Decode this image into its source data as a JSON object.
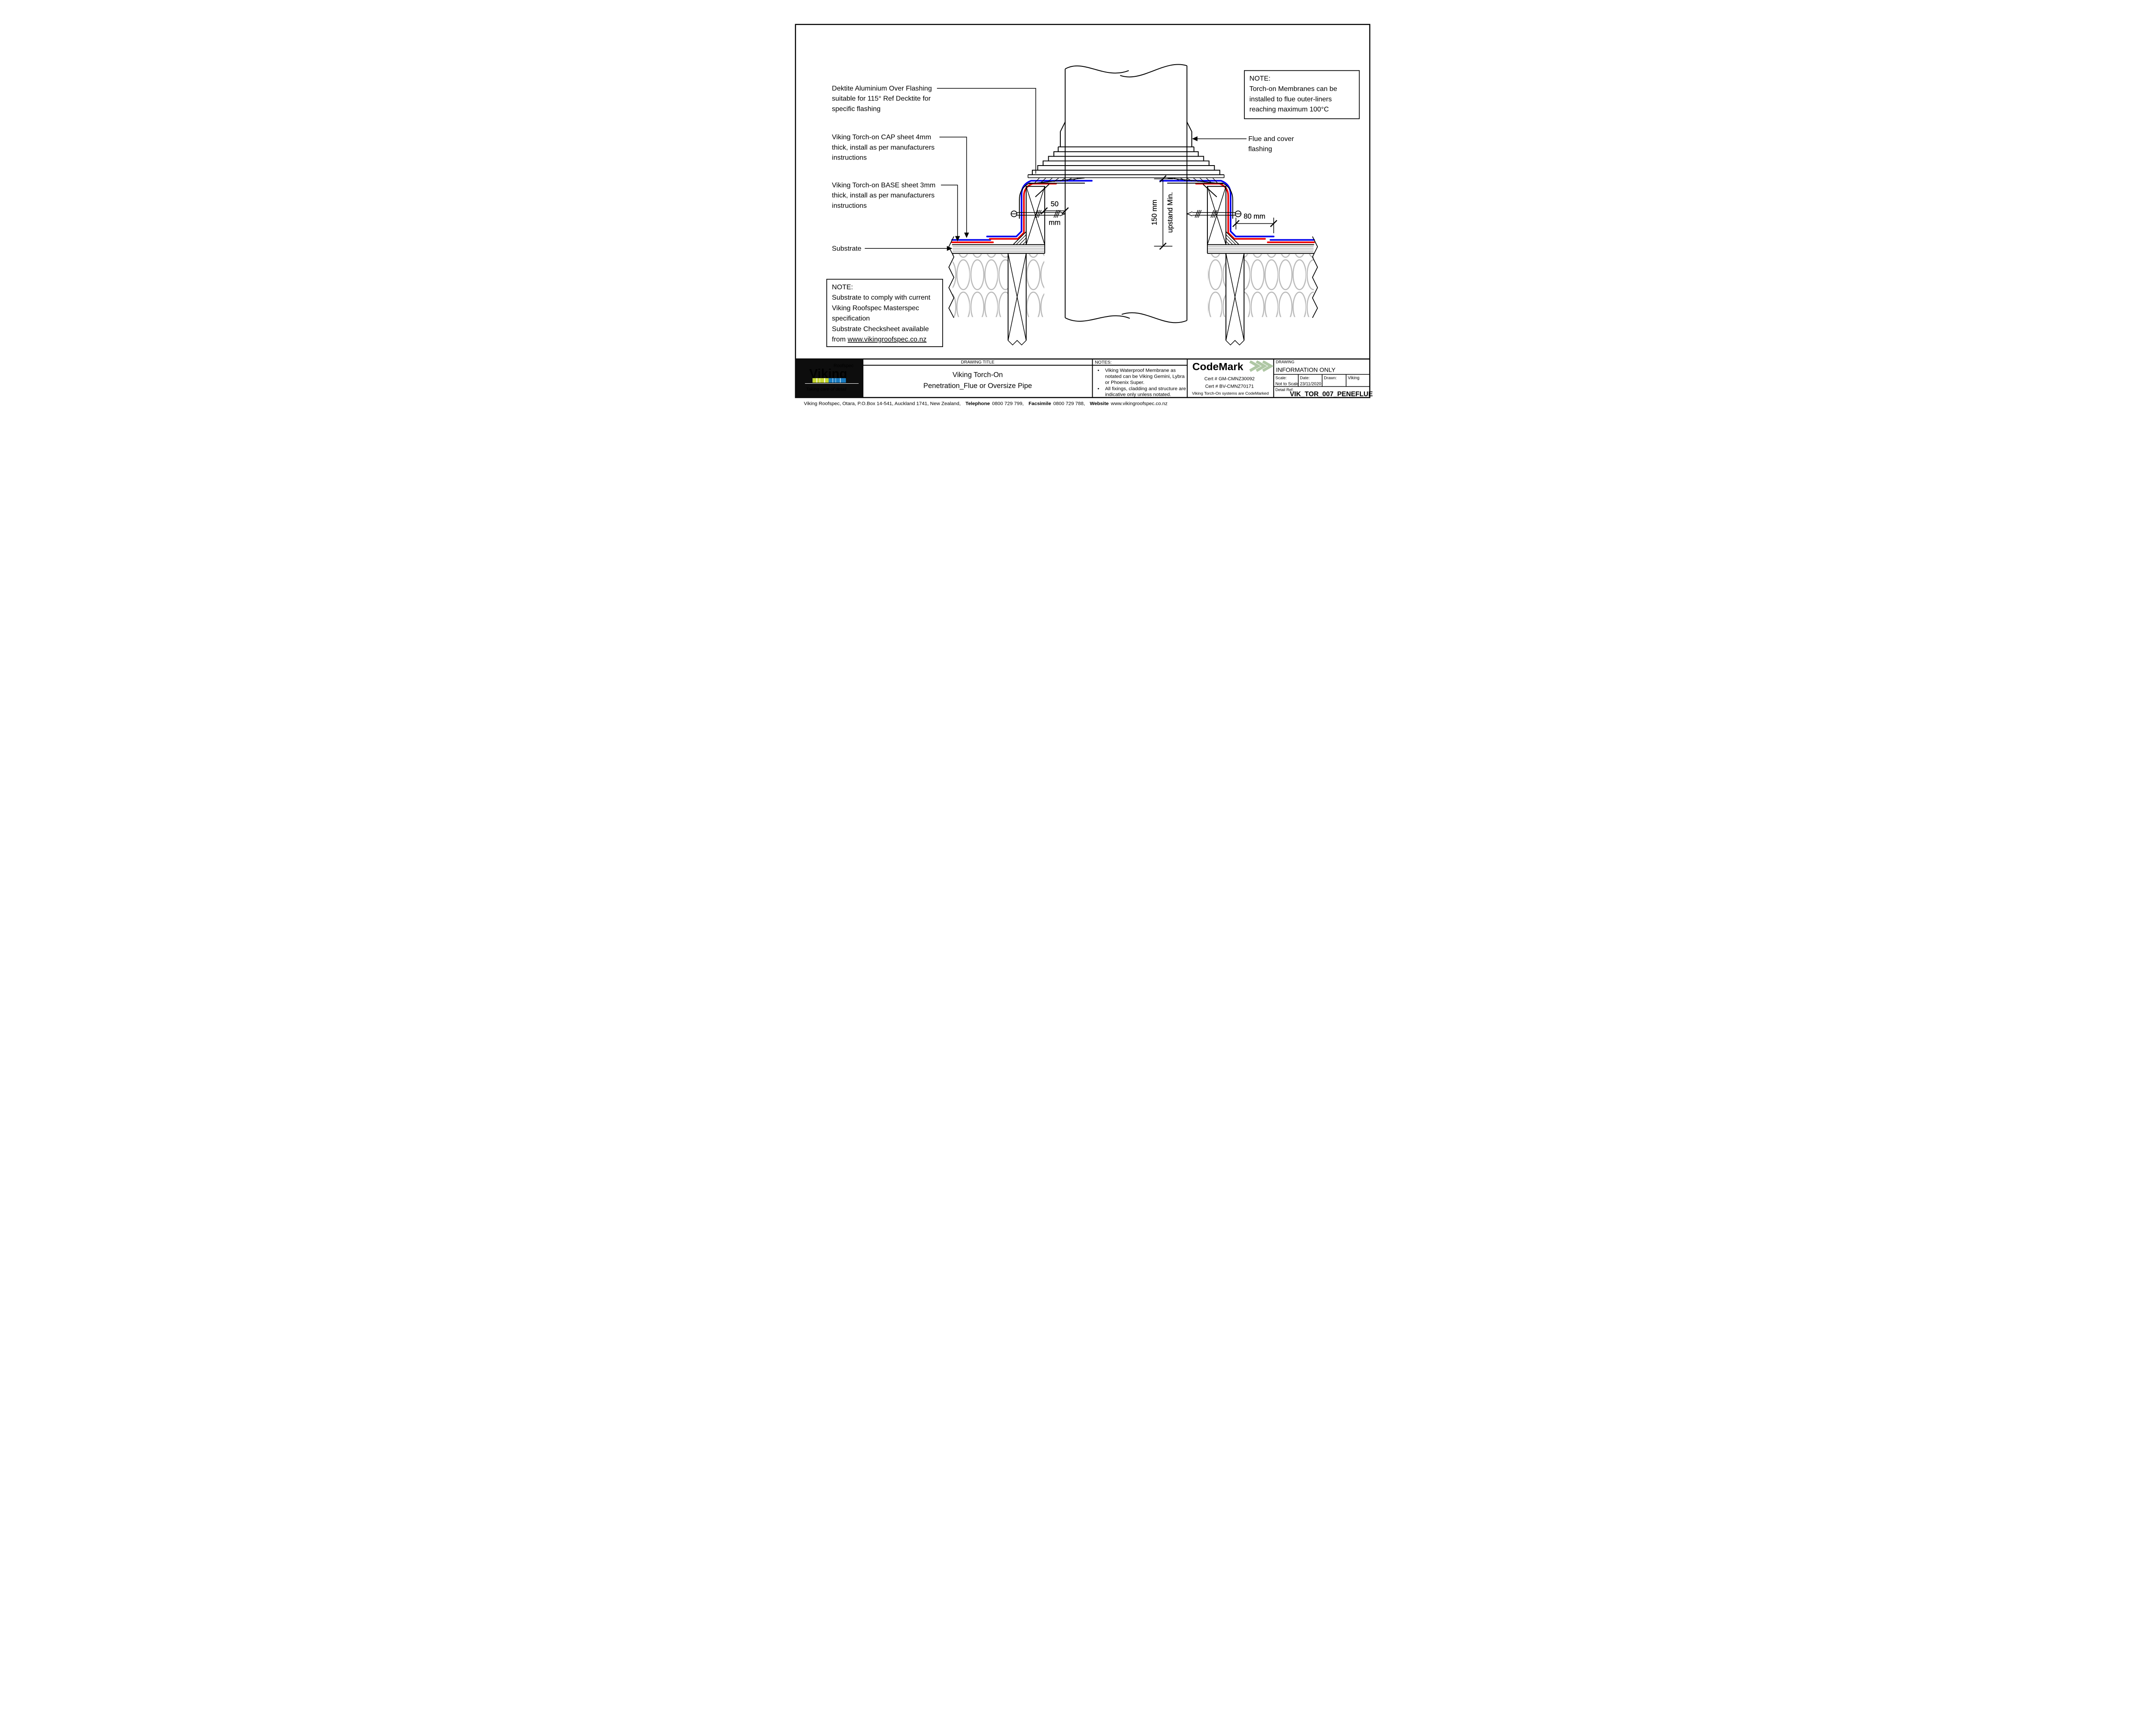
{
  "colors": {
    "membrane_cap": "#0000EE",
    "membrane_base": "#EE0000",
    "substrate_line": "#999999",
    "insulation": "#B8B8B8",
    "codemark_navy": "#1C3E6E",
    "codemark_chevron": "#AFC7A4",
    "viking_lime": "#C6D830",
    "viking_blue": "#1A7CC1",
    "logo_bg": "#0D0D0D",
    "tagline_gray": "#9C9C9C"
  },
  "annotations": {
    "dektite": {
      "l1": "Dektite Aluminium Over Flashing",
      "l2": "suitable for 115° Ref Decktite for",
      "l3": "specific flashing"
    },
    "cap": {
      "l1": "Viking Torch-on CAP sheet 4mm",
      "l2": "thick, install as per manufacturers",
      "l3": "instructions"
    },
    "base": {
      "l1": "Viking Torch-on BASE sheet 3mm",
      "l2": "thick, install as per manufacturers",
      "l3": "instructions"
    },
    "substrate": "Substrate",
    "flue": {
      "l1": "Flue and cover",
      "l2": "flashing"
    },
    "note_right": {
      "title": "NOTE:",
      "l1": "Torch-on Membranes can be",
      "l2": "installed to flue outer-liners",
      "l3": "reaching maximum 100°C"
    },
    "note_left": {
      "title": "NOTE:",
      "l1": "Substrate to comply with current",
      "l2": "Viking Roofspec Masterspec",
      "l3": "specification",
      "l4": "Substrate Checksheet available",
      "l5_prefix": "from",
      "l5_link": "www.vikingroofspec.co.nz"
    }
  },
  "dimensions": {
    "d50_value": "50",
    "d50_unit": "mm",
    "d150": "150 mm",
    "d150_label": "upstand Min.",
    "d80": "80 mm"
  },
  "title_block": {
    "logo": {
      "brand": "Viking",
      "brand_sub": "Roofspec",
      "tagline": "Taking care of detail"
    },
    "title": {
      "header": "DRAWING TITLE",
      "line1": "Viking Torch-On",
      "line2": "Penetration_Flue or Oversize Pipe"
    },
    "notes": {
      "header": "NOTES:",
      "bullet": "•",
      "n1l1": "Viking Waterproof Membrane as",
      "n1l2": "notated can be Viking Gemini, Lybra",
      "n1l3": "or Phoenix Super.",
      "n2l1": "All fixings, cladding and structure are",
      "n2l2": "indicative only unless notated."
    },
    "codemark": {
      "brand": "CodeMark",
      "cert1": "Cert # GM-CMNZ30092",
      "cert2": "Cert # BV-CMNZ70171",
      "tagline": "Viking Torch-On systems are CodeMarked"
    },
    "info": {
      "header": "DRAWING",
      "stamp": "INFORMATION ONLY",
      "scale_label": "Scale:",
      "scale_value": "Not to Scale",
      "date_label": "Date:",
      "date_value": "23/11/2020",
      "drawn_label": "Drawn:",
      "drawn_value": "Viking",
      "ref_label": "Detail Ref:",
      "ref_value": "VIK_TOR_007_PENEFLUE"
    }
  },
  "footer": {
    "address": "Viking Roofspec, Otara, P.O.Box 14-541, Auckland 1741, New Zealand,",
    "telephone_label": "Telephone",
    "telephone": "0800 729 799,",
    "facsimile_label": "Facsimile",
    "facsimile": "0800 729 788,",
    "website_label": "Website",
    "website": "www.vikingroofspec.co.nz"
  }
}
